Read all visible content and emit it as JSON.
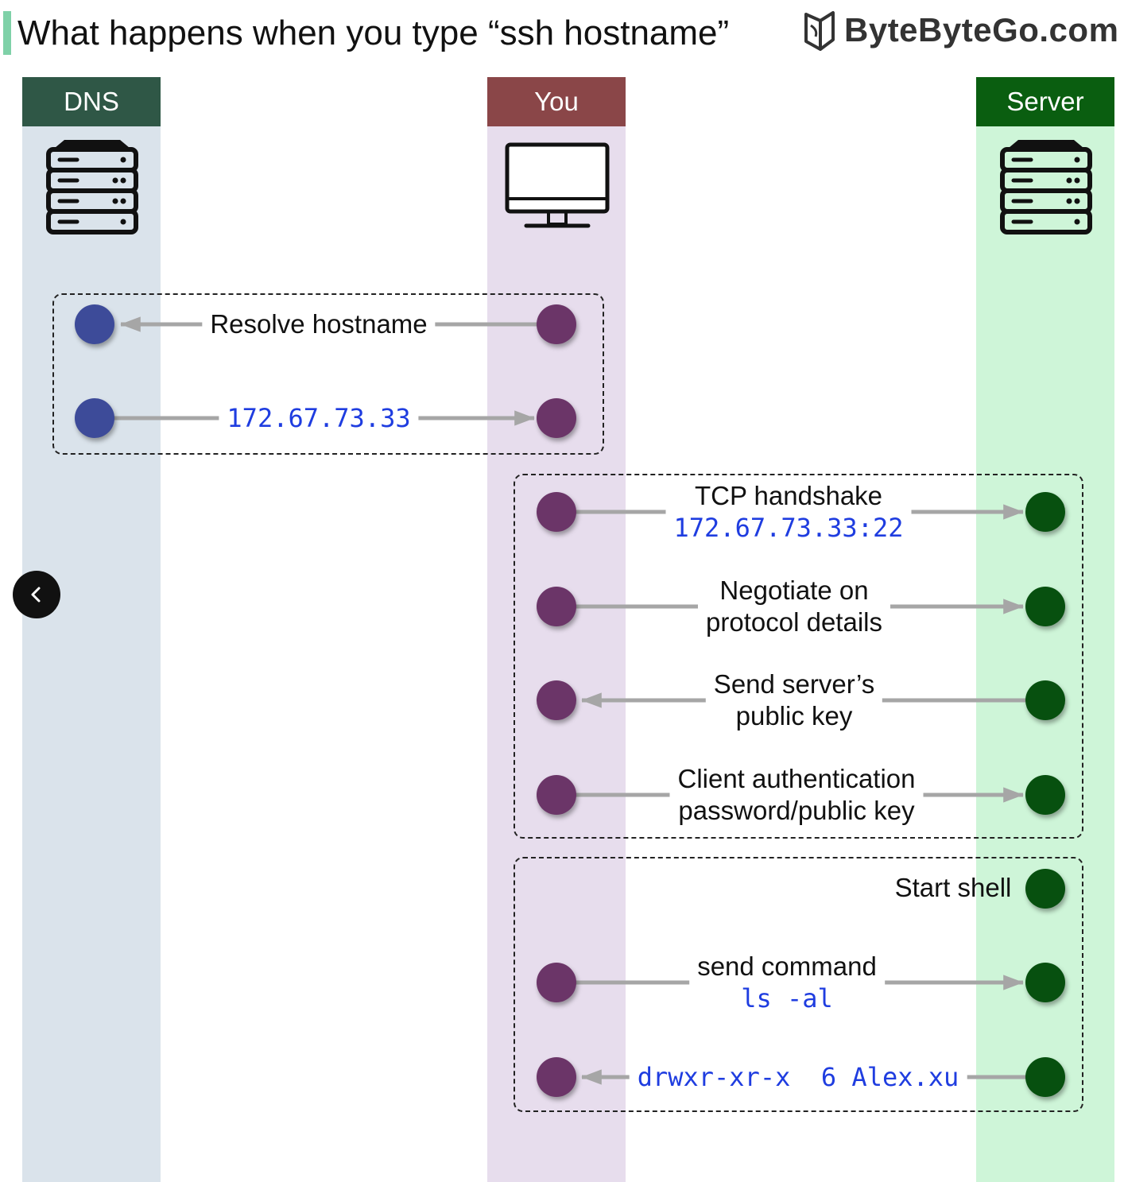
{
  "title": "What happens when you type “ssh hostname”",
  "brand": {
    "text": "ByteByteGo.com",
    "logo_icon": "bytebytego-logo-icon"
  },
  "lanes": {
    "dns": {
      "label": "DNS",
      "icon": "server-rack-icon",
      "color": "#2f5746"
    },
    "you": {
      "label": "You",
      "icon": "monitor-icon",
      "color": "#8a4648"
    },
    "server": {
      "label": "Server",
      "icon": "server-rack-icon",
      "color": "#0a5e10"
    }
  },
  "steps": {
    "resolve": {
      "text": "Resolve hostname"
    },
    "dns_reply": {
      "code": "172.67.73.33"
    },
    "tcp": {
      "text": "TCP handshake",
      "code": "172.67.73.33:22"
    },
    "negotiate": {
      "line1": "Negotiate on",
      "line2": "protocol details"
    },
    "pubkey": {
      "line1": "Send server’s",
      "line2": "public key"
    },
    "auth": {
      "line1": "Client authentication",
      "line2": "password/public key"
    },
    "shell": {
      "text": "Start shell"
    },
    "command": {
      "text": "send command",
      "code": "ls -al"
    },
    "output": {
      "code": "drwxr-xr-x  6 Alex.xu"
    }
  },
  "nav": {
    "prev_icon": "chevron-left-icon"
  },
  "colors": {
    "dns_dot": "#3d4b99",
    "you_dot": "#6b3568",
    "server_dot": "#07500f",
    "arrow": "#a6a6a6",
    "code_text": "#1f3de0"
  }
}
